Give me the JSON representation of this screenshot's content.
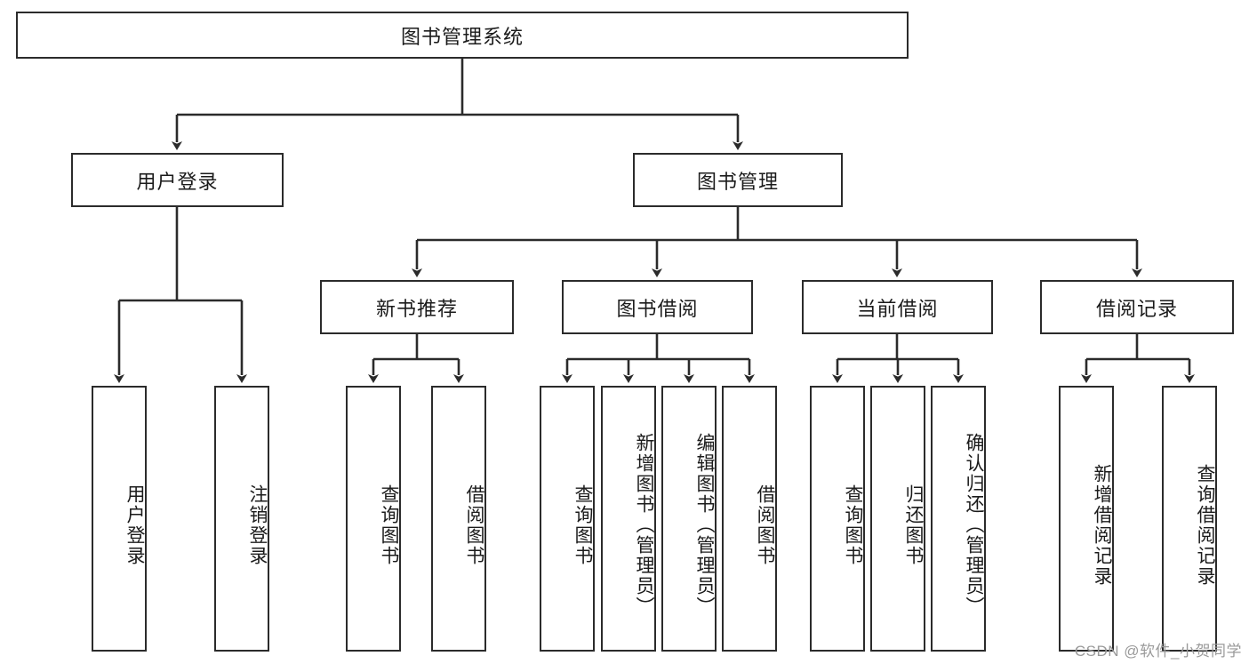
{
  "diagram": {
    "title": "图书管理系统",
    "type": "tree-hierarchy-diagram",
    "colors": {
      "box_border": "#2b2b2b",
      "box_fill": "#ffffff",
      "edge": "#2b2b2b",
      "background": "#ffffff",
      "watermark": "#9a9a9a"
    },
    "root": {
      "label": "图书管理系统"
    },
    "level2": [
      {
        "label": "用户登录"
      },
      {
        "label": "图书管理"
      }
    ],
    "level3": [
      {
        "label": "新书推荐"
      },
      {
        "label": "图书借阅"
      },
      {
        "label": "当前借阅"
      },
      {
        "label": "借阅记录"
      }
    ],
    "leaves": {
      "user_login": [
        {
          "label": "用户登录"
        },
        {
          "label": "注销登录"
        }
      ],
      "new_book_recommend": [
        {
          "label": "查询图书"
        },
        {
          "label": "借阅图书"
        }
      ],
      "book_borrow": [
        {
          "label": "查询图书"
        },
        {
          "label": "新增图书（管理员）"
        },
        {
          "label": "编辑图书（管理员）"
        },
        {
          "label": "借阅图书"
        }
      ],
      "current_borrow": [
        {
          "label": "查询图书"
        },
        {
          "label": "归还图书"
        },
        {
          "label": "确认归还（管理员）"
        }
      ],
      "borrow_record": [
        {
          "label": "新增借阅记录"
        },
        {
          "label": "查询借阅记录"
        }
      ]
    }
  },
  "watermark": {
    "text": "CSDN @软件_小贺同学"
  }
}
